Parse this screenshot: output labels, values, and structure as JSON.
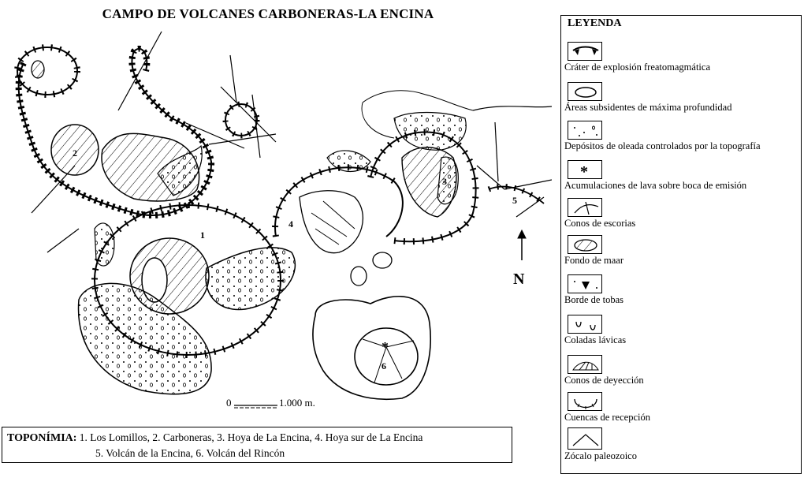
{
  "title": "CAMPO DE VOLCANES CARBONERAS-LA ENCINA",
  "map": {
    "volcano_numbers": [
      "1",
      "2",
      "3",
      "4",
      "5",
      "6"
    ],
    "north": "N",
    "scale_zero": "0",
    "scale_label": "1.000 m."
  },
  "toponimia": {
    "heading": "TOPONÍMIA:",
    "line1": "1. Los Lomillos,  2. Carboneras,  3. Hoya de La Encina, 4. Hoya sur de La Encina",
    "line2": "5. Volcán de la Encina, 6. Volcán del Rincón"
  },
  "legend": {
    "title": "LEYENDA",
    "items": [
      {
        "label": "Cráter de explosión freatomagmática",
        "icon": "crater-icon"
      },
      {
        "label": "Áreas subsidentes de máxima profundidad",
        "icon": "subsidence-icon"
      },
      {
        "label": "Depósitos de oleada controlados por la topografía",
        "icon": "surge-deposit-icon"
      },
      {
        "label": "Acumulaciones de lava sobre boca de emisión",
        "icon": "lava-vent-icon"
      },
      {
        "label": "Conos  de  escorias",
        "icon": "scoria-cone-icon"
      },
      {
        "label": "Fondo de maar",
        "icon": "maar-floor-icon"
      },
      {
        "label": "Borde de tobas",
        "icon": "tuff-rim-icon"
      },
      {
        "label": "Coladas lávicas",
        "icon": "lava-flow-icon"
      },
      {
        "label": "Conos de deyección",
        "icon": "alluvial-cone-icon"
      },
      {
        "label": "Cuencas de recepción",
        "icon": "catchment-icon"
      },
      {
        "label": "Zócalo paleozoico",
        "icon": "basement-icon"
      }
    ]
  }
}
